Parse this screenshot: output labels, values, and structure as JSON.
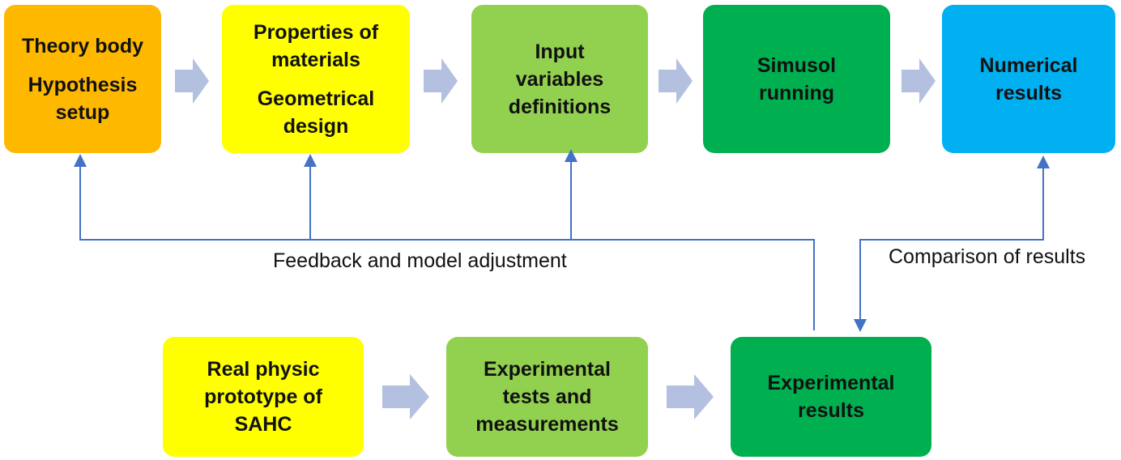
{
  "colors": {
    "orange": "#FFB800",
    "yellow": "#FFFF00",
    "light_green": "#92D050",
    "green": "#00B050",
    "blue": "#00B0F0",
    "arrow_fill": "#B4C0E0",
    "connector": "#4472C4"
  },
  "top_row": {
    "theory": {
      "lines": [
        "Theory body",
        "Hypothesis",
        "setup"
      ]
    },
    "materials": {
      "lines": [
        "Properties of",
        "materials",
        "Geometrical",
        "design"
      ]
    },
    "input": {
      "lines": [
        "Input",
        "variables",
        "definitions"
      ]
    },
    "simusol": {
      "lines": [
        "Simusol",
        "running"
      ]
    },
    "numerical": {
      "lines": [
        "Numerical",
        "results"
      ]
    }
  },
  "bottom_row": {
    "prototype": {
      "lines": [
        "Real physic",
        "prototype of",
        "SAHC"
      ]
    },
    "tests": {
      "lines": [
        "Experimental",
        "tests and",
        "measurements"
      ]
    },
    "experimental": {
      "lines": [
        "Experimental",
        "results"
      ]
    }
  },
  "labels": {
    "feedback": "Feedback and model adjustment",
    "comparison": "Comparison of results"
  }
}
